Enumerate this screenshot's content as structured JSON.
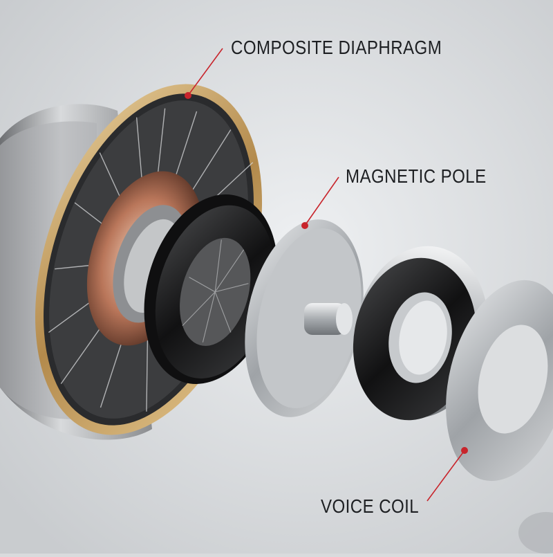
{
  "callouts": {
    "diaphragm": "COMPOSITE DIAPHRAGM",
    "pole": "MAGNETIC POLE",
    "coil": "VOICE COIL"
  },
  "colors": {
    "background": "#d9dbdd",
    "leader_line": "#c8242b",
    "label_text": "#1d1f22",
    "gold_ring": "#c9a468",
    "steel": "#b9bcbf"
  }
}
